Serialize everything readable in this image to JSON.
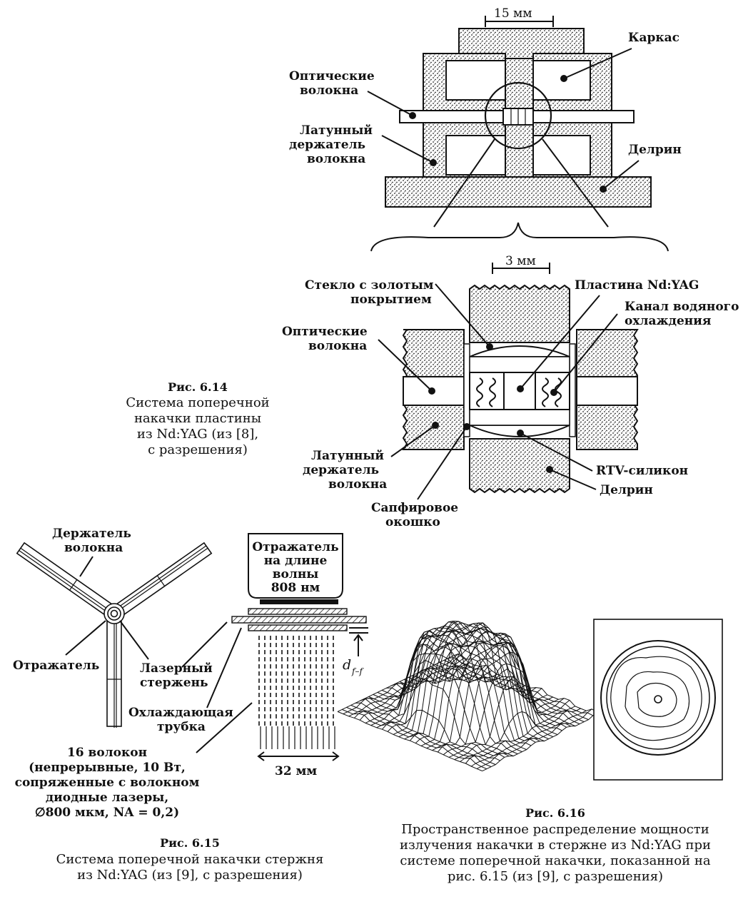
{
  "fig614": {
    "top": {
      "scale_15mm": "15 мм",
      "frame": "Каркас",
      "optical_fibers": [
        "Оптические",
        "волокна"
      ],
      "brass_holder": [
        "Латунный",
        "держатель",
        "волокна"
      ],
      "delrin": "Делрин"
    },
    "detail": {
      "scale_3mm": "3 мм",
      "gold_glass": [
        "Стекло с золотым",
        "покрытием"
      ],
      "ndyag_plate": "Пластина Nd:YAG",
      "water_channel": [
        "Канал водяного",
        "охлаждения"
      ],
      "optical_fibers": [
        "Оптические",
        "волокна"
      ],
      "brass_holder": [
        "Латунный",
        "держатель",
        "волокна"
      ],
      "rtv": "RTV-силикон",
      "delrin": "Делрин",
      "sapphire": [
        "Сапфировое",
        "окошко"
      ]
    },
    "caption": {
      "number": "Рис. 6.14",
      "lines": [
        "Система поперечной",
        "накачки пластины",
        "из Nd:YAG (из [8],",
        "с разрешения)"
      ]
    }
  },
  "fig615": {
    "fiber_holder": [
      "Держатель",
      "волокна"
    ],
    "reflector": "Отражатель",
    "laser_rod": [
      "Лазерный",
      "стержень"
    ],
    "cooling_tube": [
      "Охлаждающая",
      "трубка"
    ],
    "fibers_desc": [
      "16 волокон",
      "(непрерывные, 10 Вт,",
      "сопряженные с волокном",
      "диодные лазеры,",
      "∅800 мкм, NA = 0,2)"
    ],
    "reflector_808": [
      "Отражатель",
      "на длине",
      "волны",
      "808 нм"
    ],
    "dff": "d",
    "dff_sub": "f–f",
    "scale_32mm": "32 мм",
    "caption": {
      "number": "Рис. 6.15",
      "lines": [
        "Система поперечной накачки стержня",
        "из Nd:YAG (из [9], с разрешения)"
      ]
    }
  },
  "fig616": {
    "caption": {
      "number": "Рис. 6.16",
      "lines": [
        "Пространственное распределение мощности",
        "излучения накачки в стержне из Nd:YAG при",
        "системе поперечной накачки, показанной на",
        "рис. 6.15 (из [9], с разрешения)"
      ]
    }
  }
}
